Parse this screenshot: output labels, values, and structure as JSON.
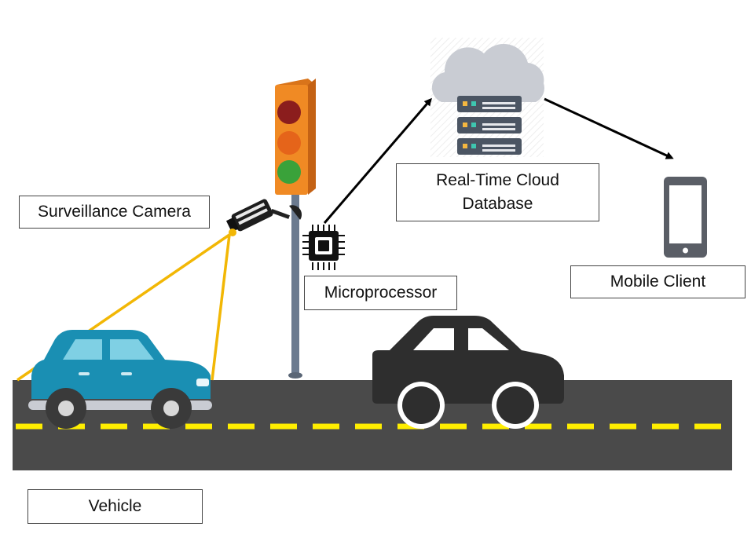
{
  "labels": {
    "surveillance_camera": "Surveillance Camera",
    "microprocessor": "Microprocessor",
    "cloud_database": "Real-Time Cloud\nDatabase",
    "mobile_client": "Mobile Client",
    "vehicle": "Vehicle"
  },
  "colors": {
    "road": "#4a4a4a",
    "lane_marking": "#ffee00",
    "camera_view": "#f2b705",
    "vehicle_blue": "#1a8fb3",
    "vehicle_dark": "#2e2e2e",
    "traffic_light_body": "#f08a24",
    "pole": "#6b7a8f",
    "cloud": "#c9ccd3",
    "server": "#4b5563",
    "phone": "#5a5e66",
    "arrow": "#000000"
  },
  "icons": [
    "traffic-light-icon",
    "cctv-camera-icon",
    "chip-icon",
    "cloud-icon",
    "server-icon",
    "smartphone-icon",
    "car-icon"
  ]
}
